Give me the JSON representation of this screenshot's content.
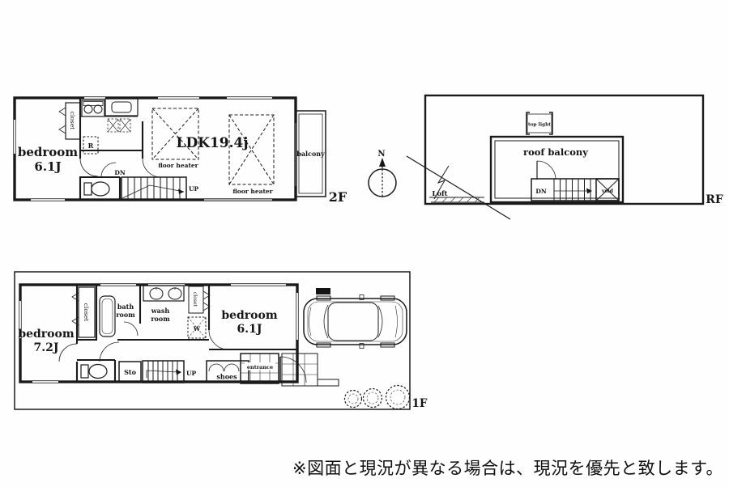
{
  "disclaimer": "※図面と現況が異なる場合は、現況を優先と致します。",
  "compass": {
    "north": "N"
  },
  "floor_2f": {
    "label": "2F",
    "bedroom": "bedroom",
    "bedroom_size": "6.1J",
    "closet": "closet",
    "fridge": "R",
    "ldk": "LDK19.4j",
    "floor_heater_left": "floor heater",
    "floor_heater_right": "floor heater",
    "balcony": "balcony",
    "dn": "DN",
    "up": "UP"
  },
  "roof_rf": {
    "label": "RF",
    "top_light": "top light",
    "roof_balcony": "roof balcony",
    "loft": "Loft",
    "dn": "DN",
    "void": "void"
  },
  "floor_1f": {
    "label": "1F",
    "bedroom_left": "bedroom",
    "bedroom_left_size": "7.2J",
    "closet_left": "closet",
    "bath_line1": "bath",
    "bath_line2": "room",
    "wash_line1": "wash",
    "wash_line2": "room",
    "closet_right": "closet",
    "washer": "W",
    "bedroom_right": "bedroom",
    "bedroom_right_size": "6.1J",
    "storage": "Sto",
    "up": "UP",
    "shoes": "shoes",
    "entrance": "entrance"
  }
}
